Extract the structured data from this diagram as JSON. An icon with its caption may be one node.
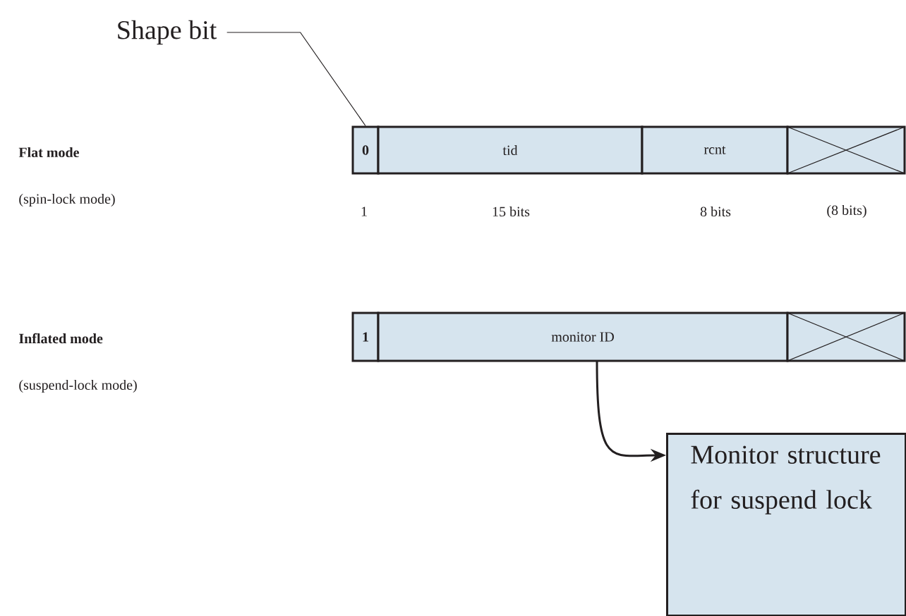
{
  "diagram": {
    "nodes": [
      {
        "text": [
          "Shape bit"
        ]
      },
      {
        "text": [
          "0"
        ]
      },
      {
        "text": [
          "tid"
        ]
      },
      {
        "text": [
          "rcnt"
        ]
      },
      {
        "text": [],
        "shape": "box"
      },
      {
        "text": [
          "1"
        ]
      },
      {
        "text": [
          "monitor ID"
        ]
      },
      {
        "text": [],
        "shape": "box"
      },
      {
        "text": [
          "Monitor structure for suspend lock"
        ]
      }
    ],
    "edges": [
      {
        "from": 0,
        "to": 1,
        "arrow": "none"
      },
      {
        "from": 6,
        "to": 8,
        "arrow": "to"
      }
    ],
    "labels": [
      "Flat mode",
      "(spin-lock mode)",
      "1",
      "15 bits",
      "8 bits",
      "(8 bits)",
      "Inflated mode",
      "(suspend-lock mode)"
    ]
  }
}
